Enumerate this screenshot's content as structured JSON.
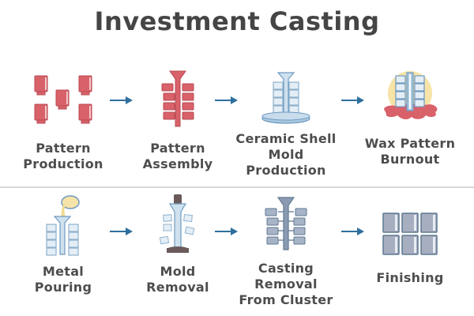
{
  "title": "Investment Casting",
  "colors": {
    "wax_red": "#d9616a",
    "wax_red_dark": "#b84a52",
    "ceramic_blue": "#a9c8de",
    "ceramic_outline": "#6f9ac0",
    "metal_gray": "#8c9bb3",
    "metal_outline": "#5f7891",
    "arrow_blue": "#2e6f9e",
    "heat_yellow": "#f6e3a8",
    "text": "#4d4d4d"
  },
  "rows": [
    {
      "steps": [
        {
          "id": "pattern-production",
          "icon": "wax-patterns-icon",
          "lines": [
            "Pattern",
            "Production"
          ]
        },
        {
          "id": "pattern-assembly",
          "icon": "wax-tree-icon",
          "lines": [
            "Pattern",
            "Assembly"
          ]
        },
        {
          "id": "ceramic-shell",
          "icon": "ceramic-shell-icon",
          "lines": [
            "Ceramic Shell",
            "Mold",
            "Production"
          ]
        },
        {
          "id": "wax-burnout",
          "icon": "wax-burnout-icon",
          "lines": [
            "Wax Pattern",
            "Burnout"
          ]
        }
      ]
    },
    {
      "steps": [
        {
          "id": "metal-pouring",
          "icon": "metal-pouring-icon",
          "lines": [
            "Metal",
            "Pouring"
          ]
        },
        {
          "id": "mold-removal",
          "icon": "mold-removal-icon",
          "lines": [
            "Mold",
            "Removal"
          ]
        },
        {
          "id": "casting-removal",
          "icon": "casting-cluster-icon",
          "lines": [
            "Casting Removal",
            "From Cluster"
          ]
        },
        {
          "id": "finishing",
          "icon": "finished-parts-icon",
          "lines": [
            "Finishing"
          ]
        }
      ]
    }
  ],
  "arrow_icon": "arrow-right-icon"
}
